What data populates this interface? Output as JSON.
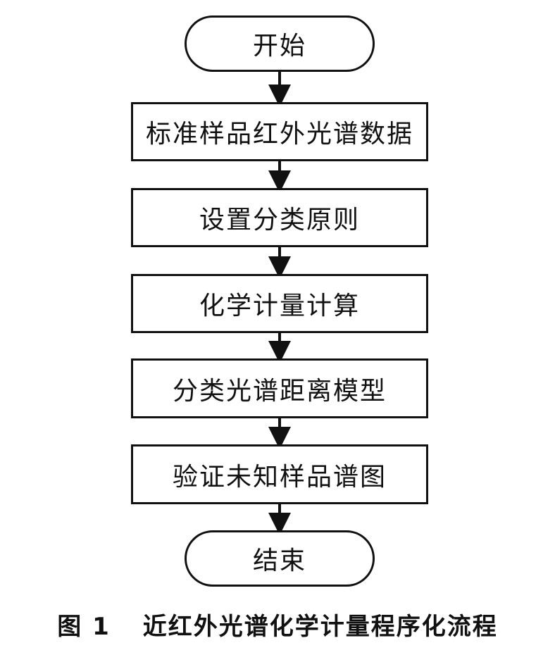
{
  "flowchart": {
    "start": "开始",
    "steps": [
      "标准样品红外光谱数据",
      "设置分类原则",
      "化学计量计算",
      "分类光谱距离模型",
      "验证未知样品谱图"
    ],
    "end": "结束"
  },
  "caption": {
    "figure_number": "图 1",
    "title": "近红外光谱化学计量程序化流程"
  },
  "colors": {
    "stroke": "#111111",
    "background": "#ffffff"
  }
}
